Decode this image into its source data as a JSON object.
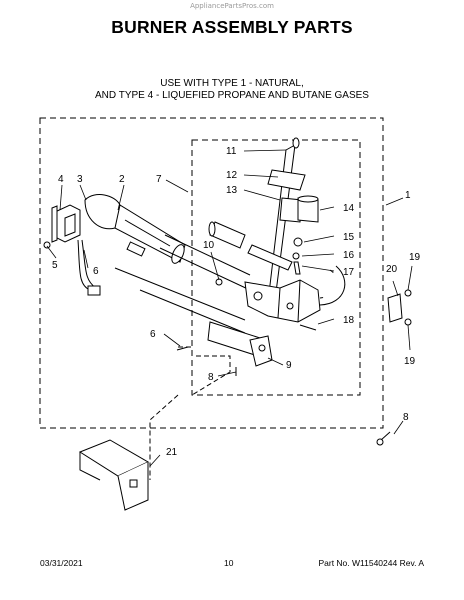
{
  "watermark": "AppliancePartsPros.com",
  "title": "BURNER ASSEMBLY PARTS",
  "subtitle_line1": "USE WITH TYPE 1 - NATURAL,",
  "subtitle_line2": "AND TYPE 4 - LIQUEFIED PROPANE AND BUTANE GASES",
  "callouts": {
    "c1": "1",
    "c2": "2",
    "c3": "3",
    "c4": "4",
    "c5": "5",
    "c6a": "6",
    "c6b": "6",
    "c7": "7",
    "c8a": "8",
    "c8b": "8",
    "c9": "9",
    "c10": "10",
    "c11": "11",
    "c12": "12",
    "c13": "13",
    "c14": "14",
    "c15": "15",
    "c16": "16",
    "c17": "17",
    "c18": "18",
    "c19a": "19",
    "c19b": "19",
    "c20": "20",
    "c21": "21"
  },
  "footer": {
    "date": "03/31/2021",
    "page": "10",
    "part": "Part No. W11540244  Rev. A"
  }
}
